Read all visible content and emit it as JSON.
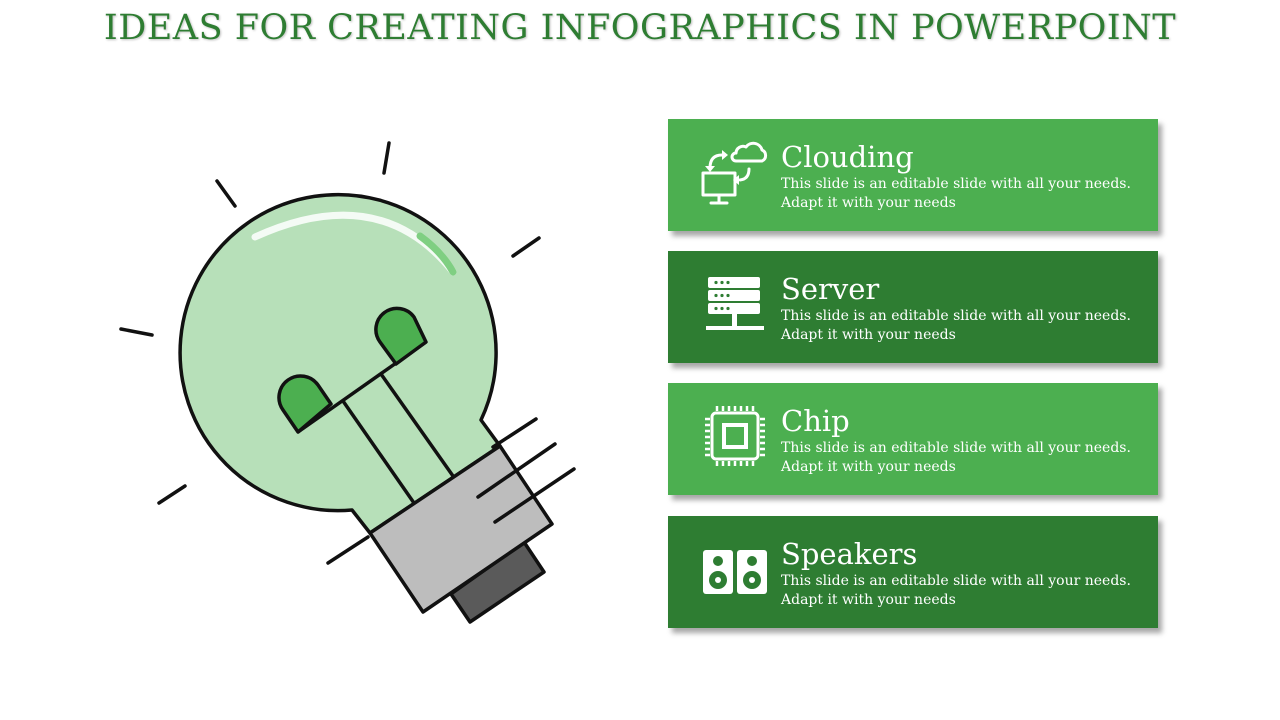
{
  "title": "IDEAS FOR CREATING INFOGRAPHICS IN POWERPOINT",
  "colors": {
    "title": "#2e7d32",
    "light_green": "#4caf50",
    "dark_green": "#2e7d32",
    "bulb_glass": "#b7e0b9"
  },
  "items": [
    {
      "heading": "Clouding",
      "line1": "This slide is an editable slide with all your needs.",
      "line2": "Adapt it with your needs",
      "icon": "cloud-computer-icon",
      "tone": "light"
    },
    {
      "heading": "Server",
      "line1": "This slide is an editable slide with all your needs.",
      "line2": "Adapt it with your needs",
      "icon": "server-icon",
      "tone": "dark"
    },
    {
      "heading": "Chip",
      "line1": "This slide is an editable slide with all your needs.",
      "line2": "Adapt it with your needs",
      "icon": "chip-icon",
      "tone": "light"
    },
    {
      "heading": "Speakers",
      "line1": "This slide is an editable slide with all your needs.",
      "line2": "Adapt it with your needs",
      "icon": "speakers-icon",
      "tone": "dark"
    }
  ]
}
